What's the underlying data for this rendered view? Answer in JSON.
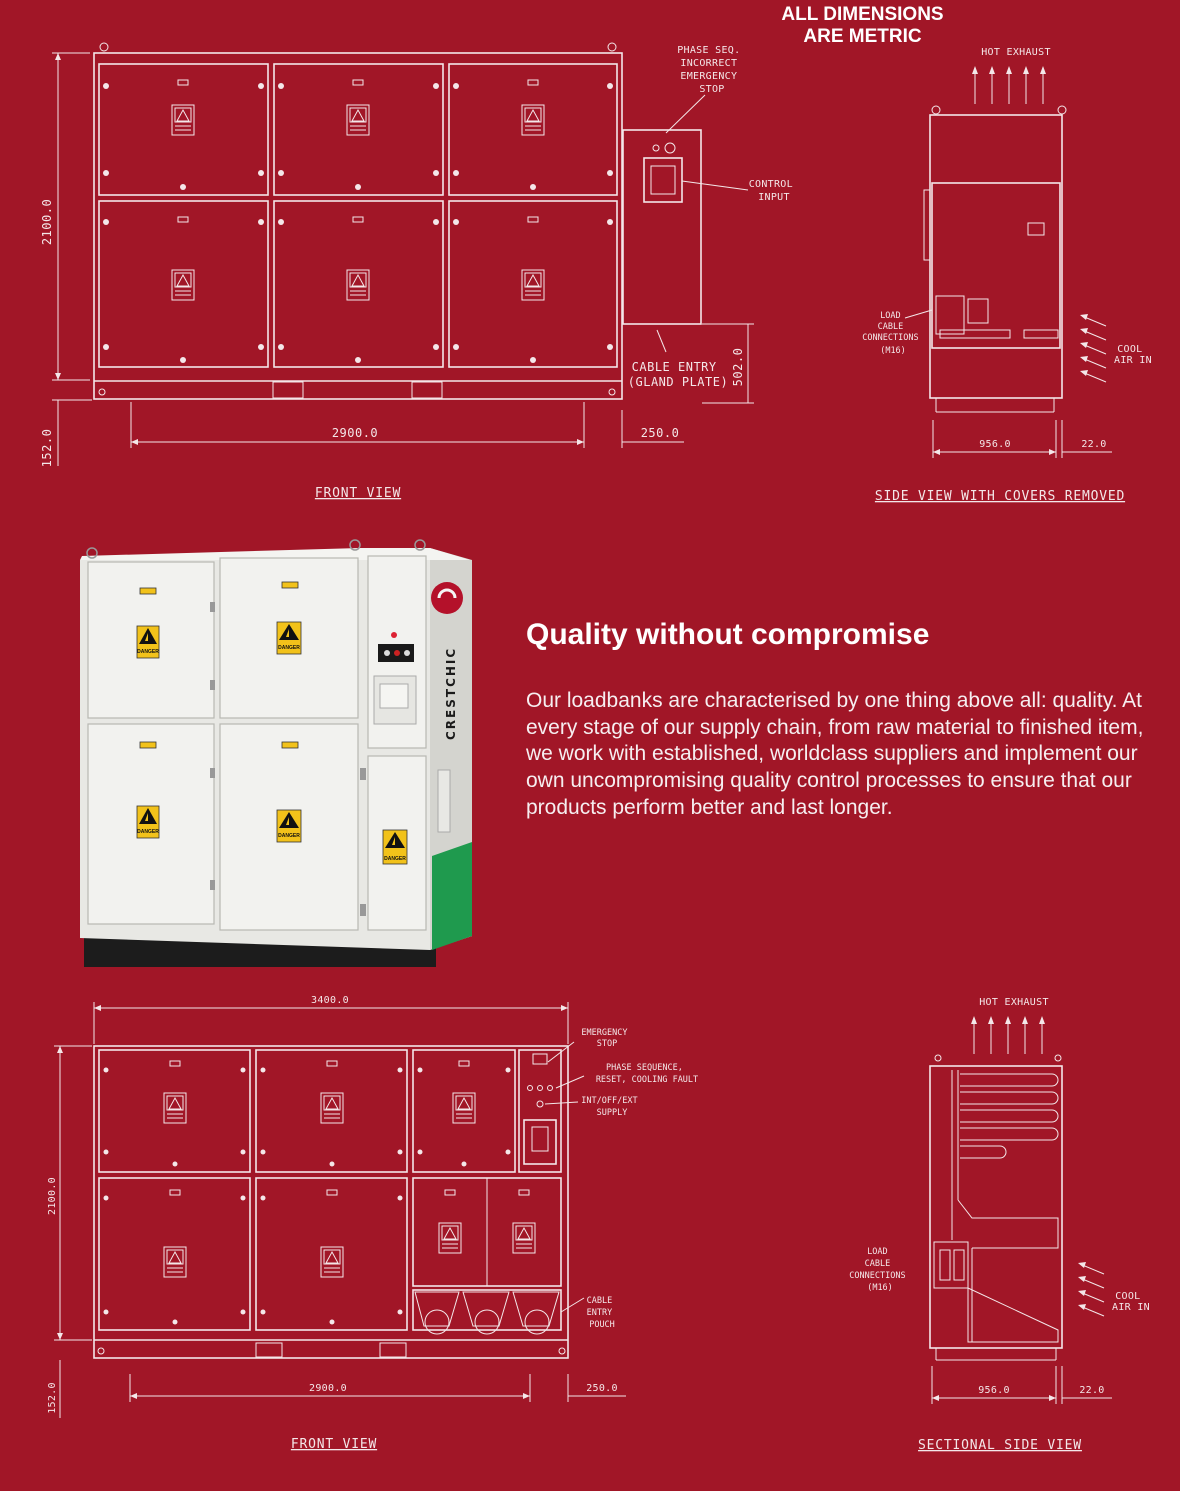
{
  "header": {
    "line1": "ALL DIMENSIONS",
    "line2": "ARE METRIC"
  },
  "top_front": {
    "height_dim": "2100.0",
    "base_dim": "152.0",
    "width_dim": "2900.0",
    "side_dim": "250.0",
    "gland_dim": "502.0",
    "note_phase": [
      "PHASE SEQ.",
      "INCORRECT",
      "EMERGENCY",
      "STOP"
    ],
    "note_control": [
      "CONTROL",
      "INPUT"
    ],
    "note_cable": [
      "CABLE ENTRY",
      "(GLAND PLATE)"
    ],
    "view_label": "FRONT VIEW"
  },
  "top_side": {
    "hot": "HOT EXHAUST",
    "cool": [
      "COOL",
      "AIR IN"
    ],
    "load": [
      "LOAD",
      "CABLE",
      "CONNECTIONS",
      "(M16)"
    ],
    "depth_dim": "956.0",
    "side_dim": "22.0",
    "view_label": "SIDE VIEW WITH COVERS REMOVED"
  },
  "product": {
    "brand": "CRESTCHIC",
    "warning": "DANGER"
  },
  "content": {
    "title": "Quality without compromise",
    "body": "Our loadbanks are characterised by one thing above all: quality. At every stage of our supply chain, from raw material to finished item, we work with established, worldclass suppliers and implement our own uncompromising quality control processes to ensure that our products perform better and last longer."
  },
  "bottom_front": {
    "overall_dim": "3400.0",
    "height_dim": "2100.0",
    "base_dim": "152.0",
    "width_dim": "2900.0",
    "side_dim": "250.0",
    "note_emergency": [
      "EMERGENCY",
      "STOP"
    ],
    "note_phase": [
      "PHASE SEQUENCE,",
      "RESET, COOLING FAULT"
    ],
    "note_supply": [
      "INT/OFF/EXT",
      "SUPPLY"
    ],
    "note_pouch": [
      "CABLE",
      "ENTRY",
      "POUCH"
    ],
    "view_label": "FRONT VIEW"
  },
  "bottom_side": {
    "hot": "HOT EXHAUST",
    "cool": [
      "COOL",
      "AIR IN"
    ],
    "load": [
      "LOAD",
      "CABLE",
      "CONNECTIONS",
      "(M16)"
    ],
    "depth_dim": "956.0",
    "side_dim": "22.0",
    "view_label": "SECTIONAL SIDE VIEW"
  }
}
